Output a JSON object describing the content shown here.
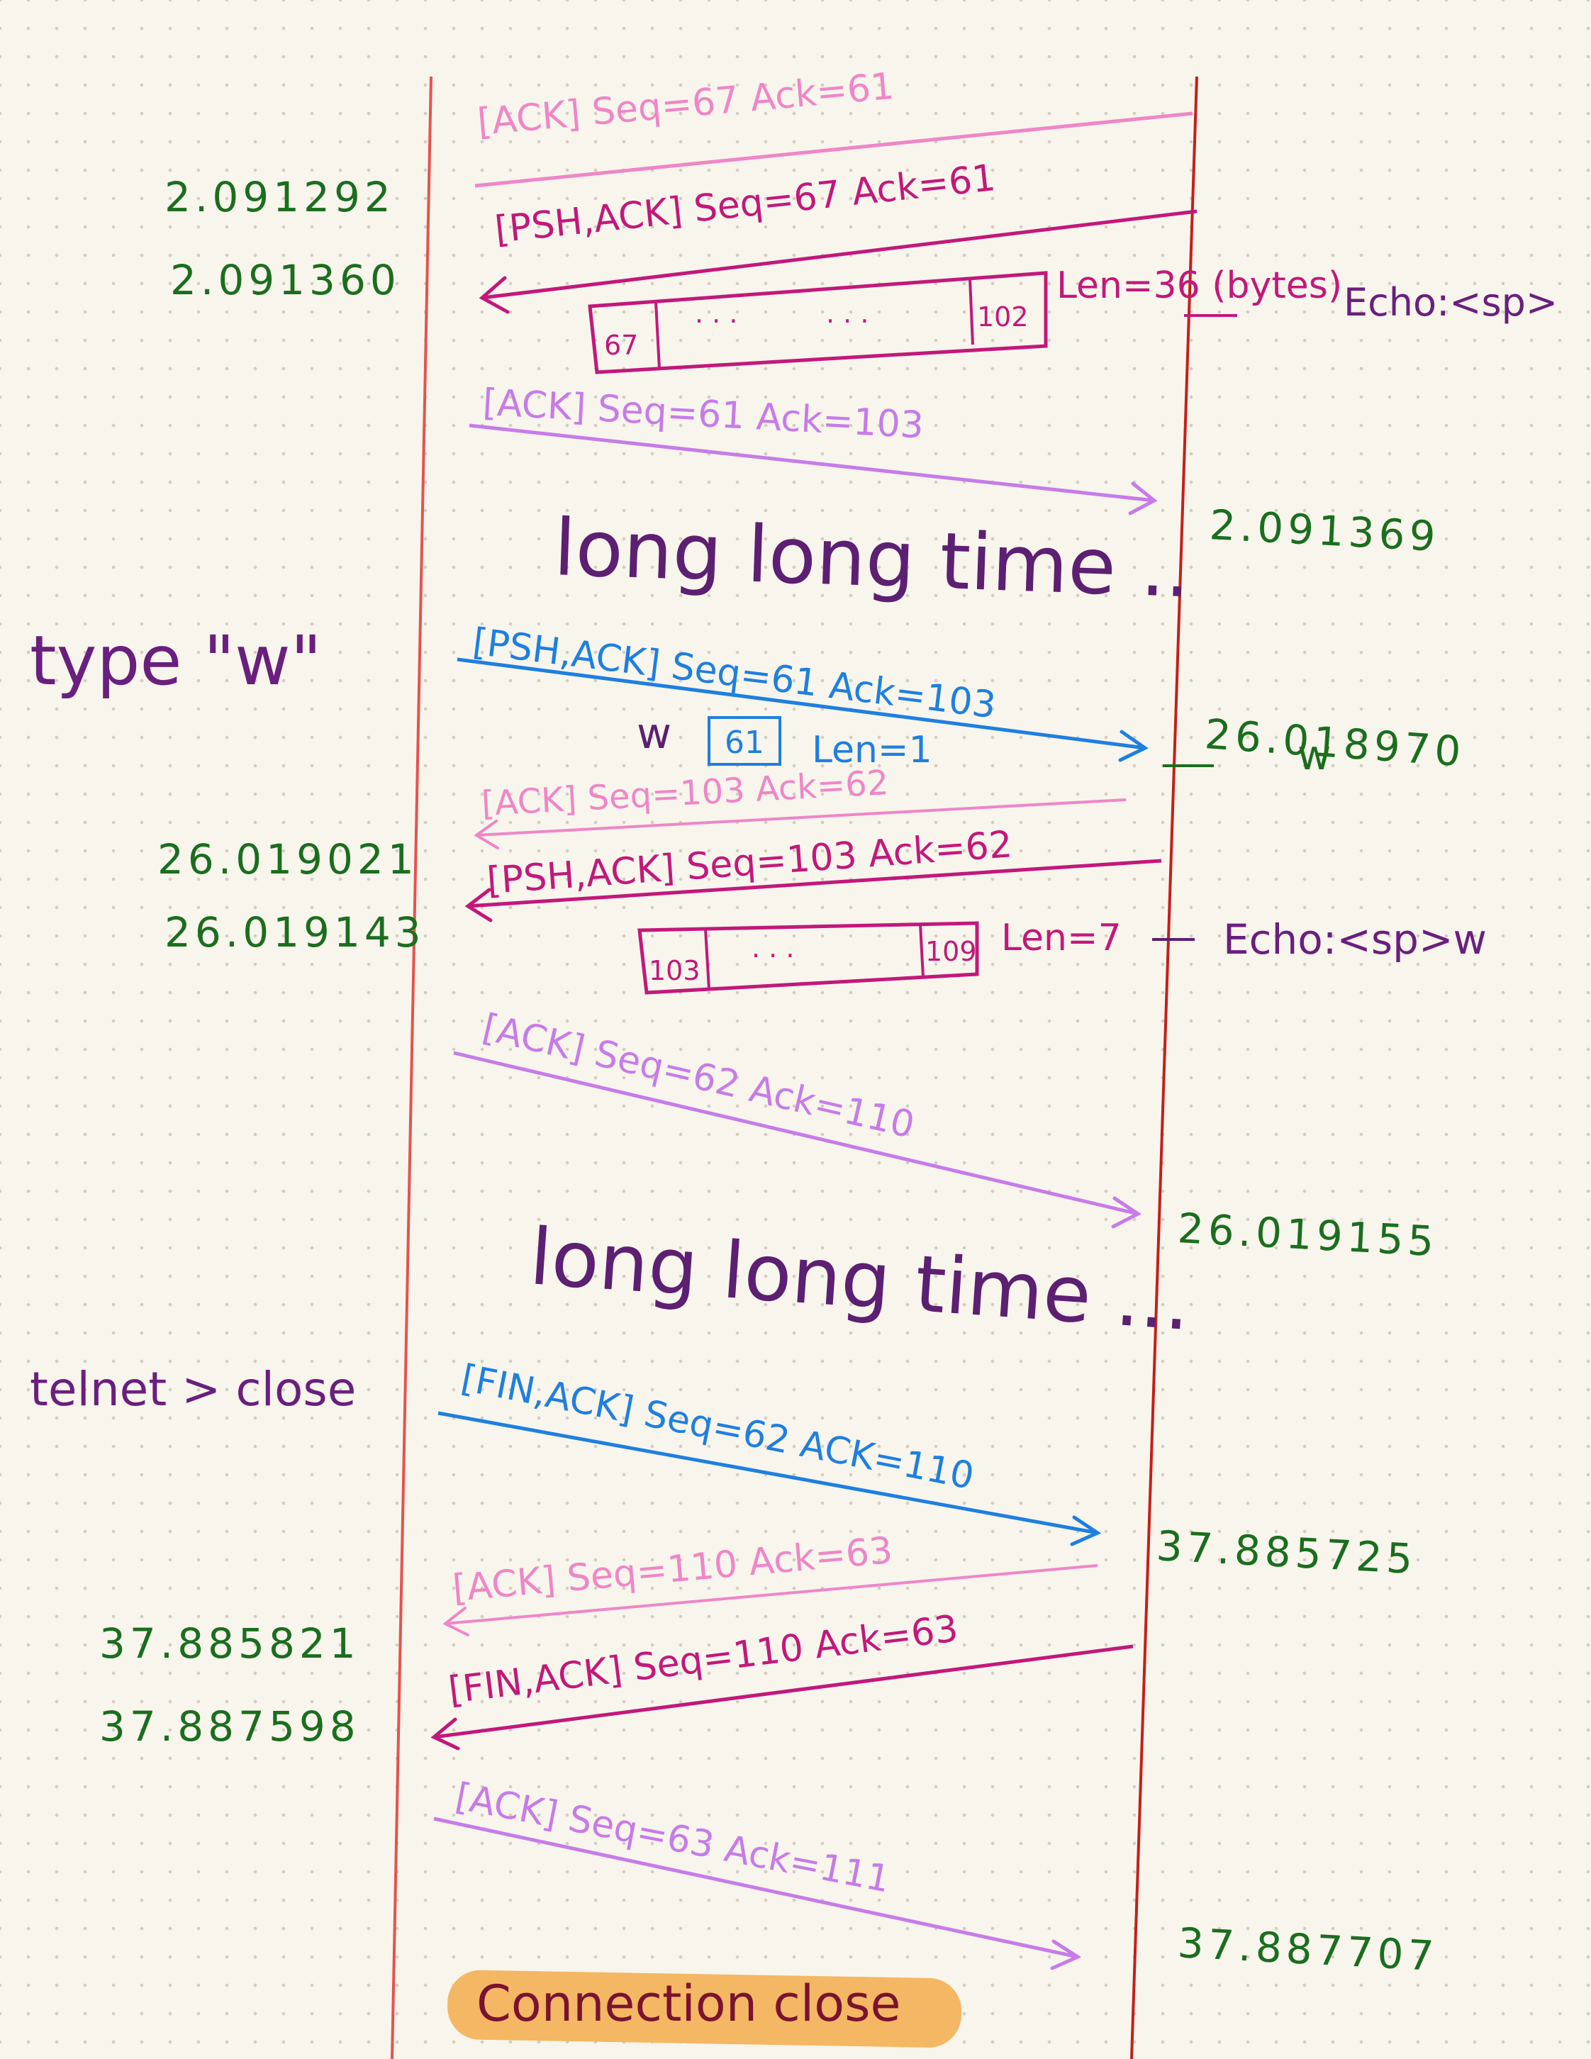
{
  "colors": {
    "host_line_left": "#e4534e",
    "host_line_right": "#c41f1a",
    "ack_pink": "#ef86c8",
    "psh_magenta": "#c2187b",
    "ack_violet": "#c77be8",
    "client_blue": "#1e7fe0",
    "timestamp_green": "#1a6e1e",
    "note_purple": "#5c1f72",
    "highlight": "#f4b763",
    "close_text": "#7a1230"
  },
  "segments": [
    {
      "label": "[ACK] Seq=67 Ack=61",
      "color": "ack_pink",
      "direction": "none"
    },
    {
      "label": "[PSH,ACK] Seq=67 Ack=61",
      "color": "psh_magenta",
      "direction": "left"
    },
    {
      "label": "[ACK] Seq=61 Ack=103",
      "color": "ack_violet",
      "direction": "right"
    },
    {
      "label": "[PSH,ACK] Seq=61 Ack=103",
      "color": "client_blue",
      "direction": "right"
    },
    {
      "label": "[ACK] Seq=103 Ack=62",
      "color": "ack_pink",
      "direction": "left"
    },
    {
      "label": "[PSH,ACK] Seq=103 Ack=62",
      "color": "psh_magenta",
      "direction": "left"
    },
    {
      "label": "[ACK] Seq=62 Ack=110",
      "color": "ack_violet",
      "direction": "right"
    },
    {
      "label": "[FIN,ACK] Seq=62 ACK=110",
      "color": "client_blue",
      "direction": "right"
    },
    {
      "label": "[ACK] Seq=110 Ack=63",
      "color": "ack_pink",
      "direction": "left"
    },
    {
      "label": "[FIN,ACK] Seq=110 Ack=63",
      "color": "psh_magenta",
      "direction": "left"
    },
    {
      "label": "[ACK] Seq=63 Ack=111",
      "color": "ack_violet",
      "direction": "right"
    }
  ],
  "data_boxes": [
    {
      "start": "67",
      "dots_a": ". . .",
      "dots_b": ". . .",
      "end": "102",
      "len": "Len=36 (bytes)",
      "echo": "Echo:<sp>"
    },
    {
      "start": "103",
      "dots_a": ". . .",
      "dots_b": "",
      "end": "109",
      "len": "Len=7",
      "echo": "Echo:<sp>w"
    }
  ],
  "client_payload": {
    "char": "w",
    "seq": "61",
    "len": "Len=1"
  },
  "timestamps": {
    "left": [
      "2.091292",
      "2.091360",
      "26.019021",
      "26.019143",
      "37.885821",
      "37.887598"
    ],
    "right": [
      "2.091369",
      "26.018970",
      "26.019155",
      "37.885725",
      "37.887707"
    ]
  },
  "right_ts_suffix": "w",
  "notes": {
    "long_time_1": "long long time ..",
    "long_time_2": "long long time ...",
    "type_w": "type \"w\"",
    "telnet_close": "telnet > close",
    "connection_close": "Connection close"
  }
}
